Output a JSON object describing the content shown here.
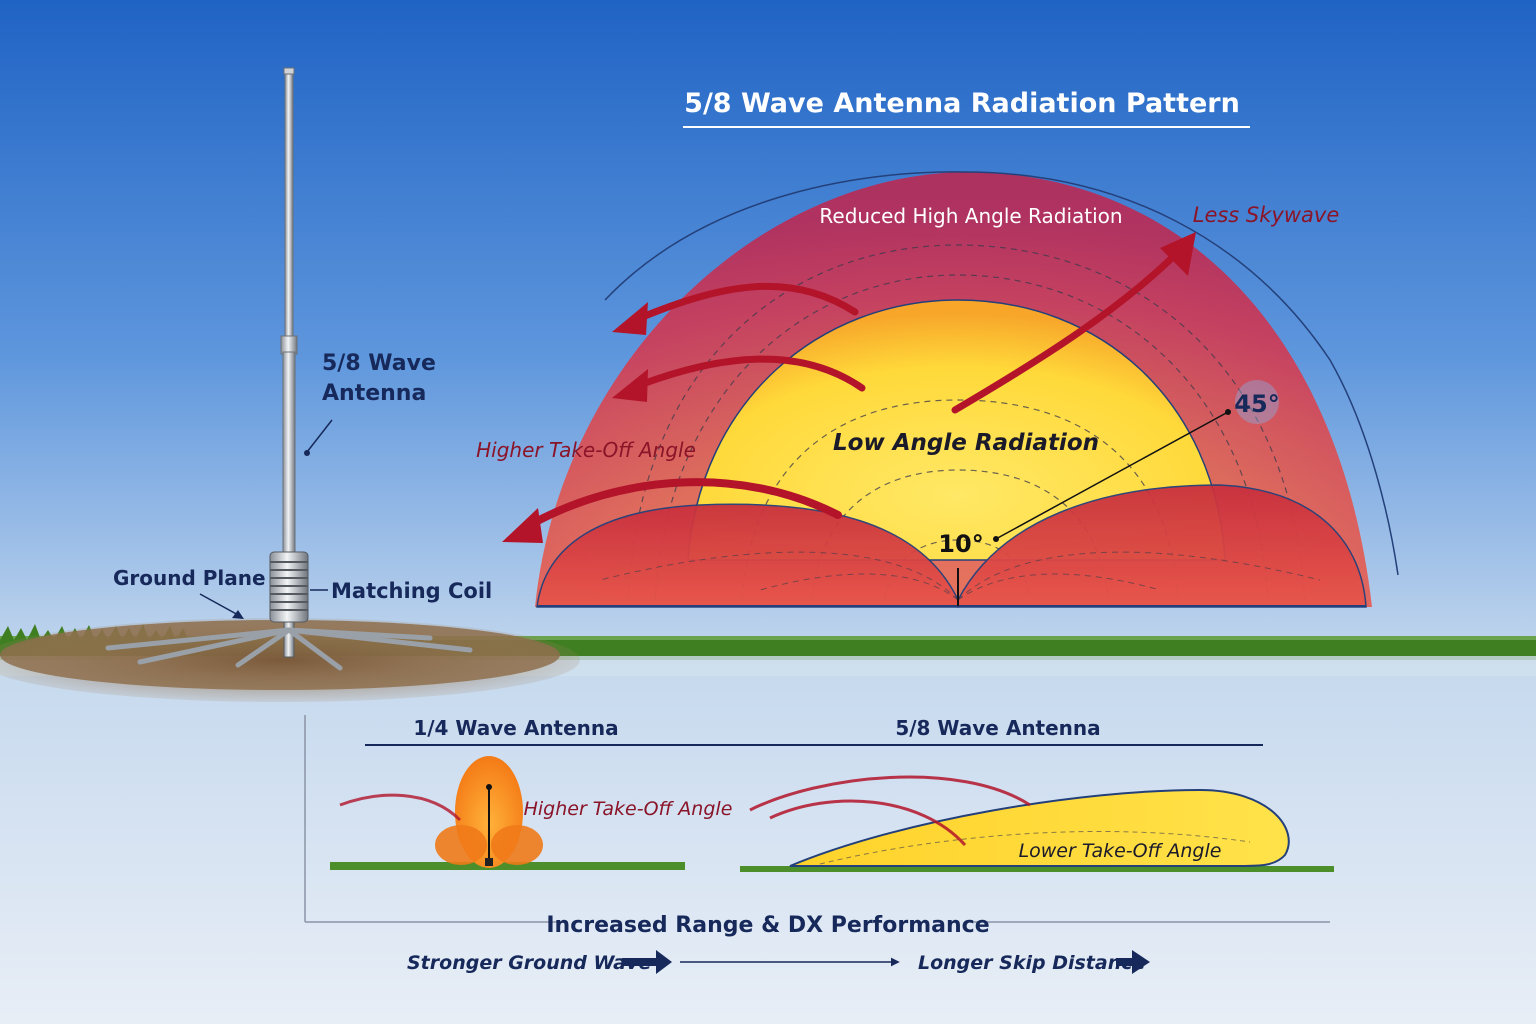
{
  "title": "5/8 Wave Antenna Radiation Pattern",
  "antenna": {
    "main_label_line1": "5/8 Wave",
    "main_label_line2": "Antenna",
    "ground_plane_label": "Ground Plane",
    "matching_coil_label": "Matching Coil"
  },
  "pattern": {
    "reduced_high_angle_label": "Reduced High Angle Radiation",
    "less_skywave_label": "Less Skywave",
    "higher_takeoff_label": "Higher Take-Off Angle",
    "low_angle_label": "Low Angle Radiation",
    "angle_45": "45°",
    "angle_10": "10°"
  },
  "comparison": {
    "quarter_wave_title": "1/4 Wave Antenna",
    "five_eighth_title": "5/8 Wave Antenna",
    "quarter_wave_note": "Higher Take-Off Angle",
    "five_eighth_note": "Lower Take-Off Angle",
    "summary_label": "Increased Range & DX Performance",
    "benefit_left": "Stronger Ground Wave",
    "benefit_right": "Longer Skip Distance"
  },
  "colors": {
    "sky_top": "#1f63c4",
    "sky_bottom": "#dfe8f3",
    "lobe_red": "#d63a44",
    "lobe_yellow": "#ffd93a",
    "arrow_red": "#b3142a",
    "navy": "#16295a",
    "grass": "#4c8f2a"
  }
}
